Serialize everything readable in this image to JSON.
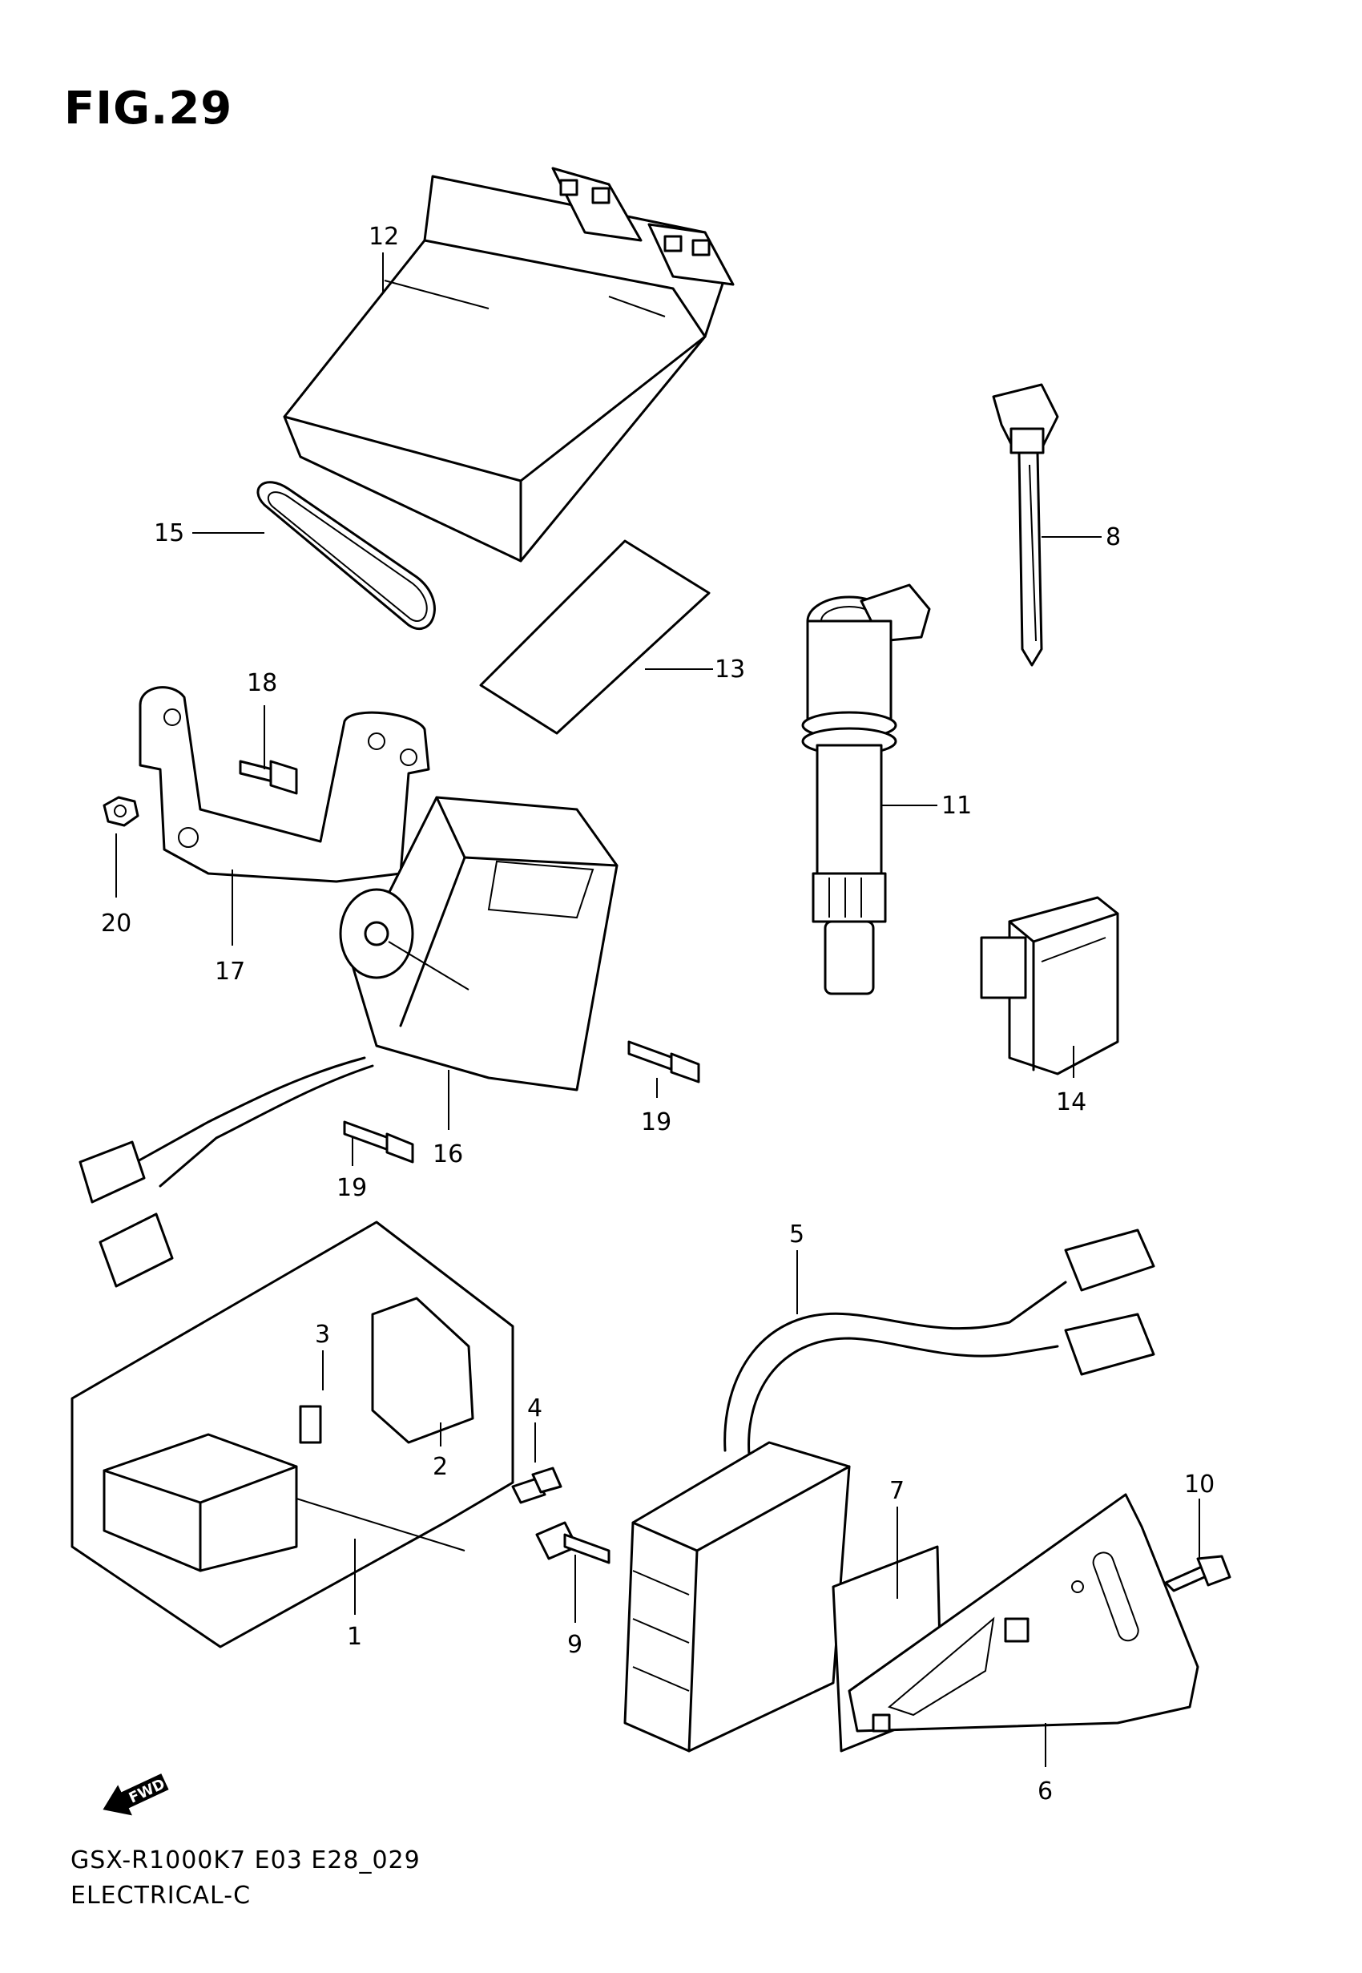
{
  "figure": {
    "title": "FIG.29"
  },
  "footer": {
    "model_code": "GSX-R1000K7 E03 E28_029",
    "section_name": "ELECTRICAL-C"
  },
  "direction_badge": {
    "text": "FWD",
    "icon": "fwd-arrow-icon"
  },
  "parts": [
    {
      "number": "1"
    },
    {
      "number": "2"
    },
    {
      "number": "3"
    },
    {
      "number": "4"
    },
    {
      "number": "5"
    },
    {
      "number": "6"
    },
    {
      "number": "7"
    },
    {
      "number": "8"
    },
    {
      "number": "9"
    },
    {
      "number": "10"
    },
    {
      "number": "11"
    },
    {
      "number": "12"
    },
    {
      "number": "13"
    },
    {
      "number": "14"
    },
    {
      "number": "15"
    },
    {
      "number": "16"
    },
    {
      "number": "17"
    },
    {
      "number": "18"
    },
    {
      "number": "19"
    },
    {
      "number": "19"
    },
    {
      "number": "20"
    }
  ]
}
